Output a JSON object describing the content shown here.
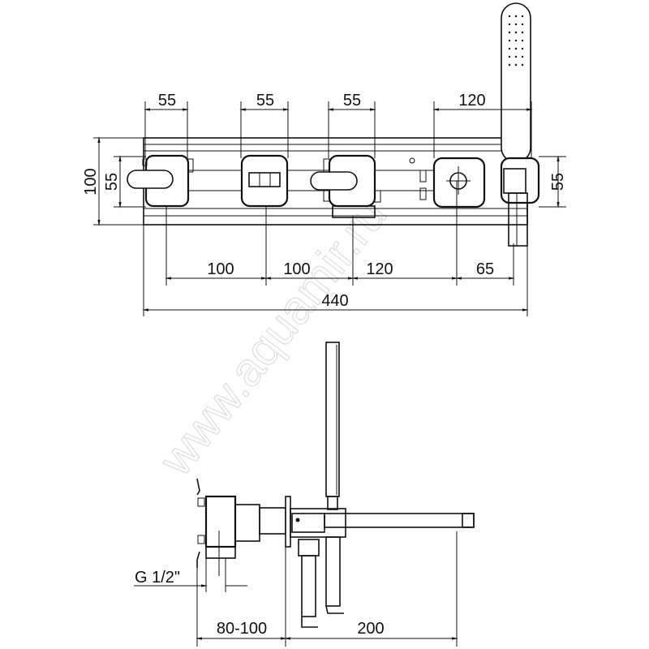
{
  "watermark": "www.aquamir.ru",
  "top_view": {
    "dims_top": [
      "55",
      "55",
      "55",
      "120"
    ],
    "dim_left_outer": "100",
    "dim_left_inner": "55",
    "dim_right": "55",
    "dims_bottom": [
      "100",
      "100",
      "120",
      "65"
    ],
    "dim_total": "440"
  },
  "side_view": {
    "thread_label": "G 1/2\"",
    "dim_wall": "80-100",
    "dim_spout": "200"
  }
}
